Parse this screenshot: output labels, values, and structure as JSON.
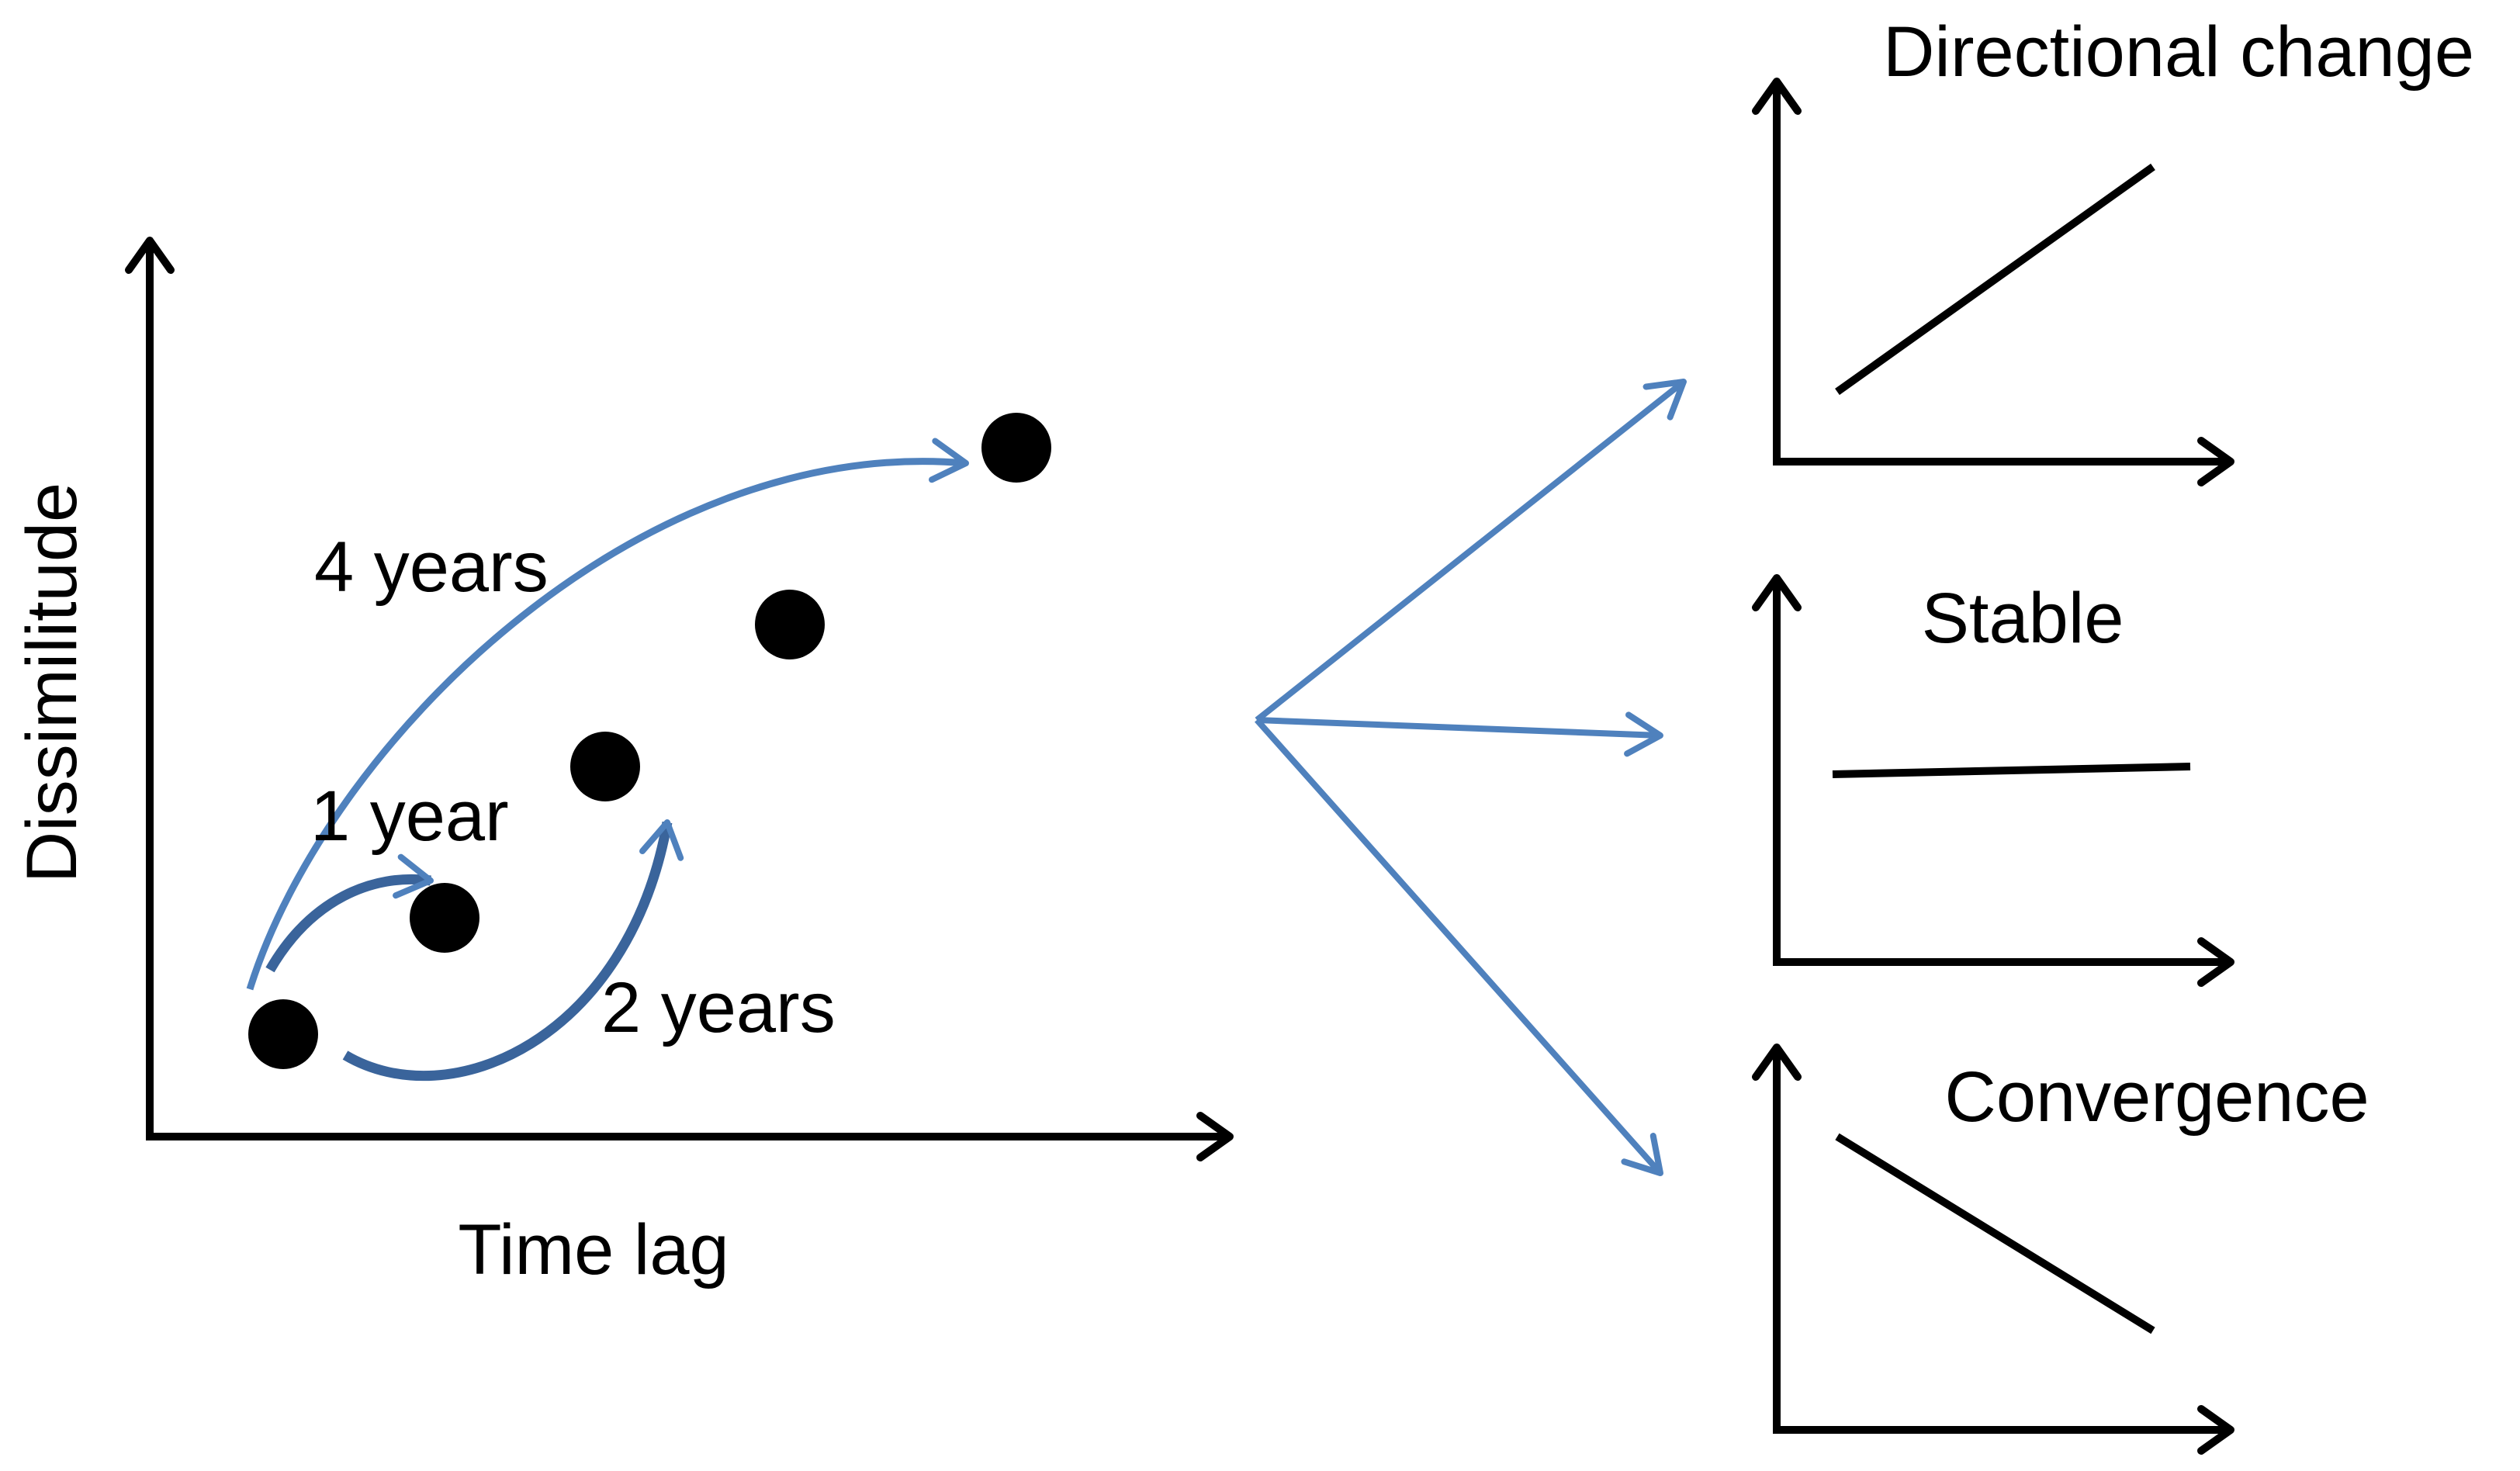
{
  "main_plot": {
    "y_axis_label": "Dissimilitude",
    "x_axis_label": "Time lag",
    "lag_labels": {
      "four": "4 years",
      "one": "1 year",
      "two": "2 years"
    }
  },
  "outcomes": {
    "directional": "Directional change",
    "stable": "Stable",
    "convergence": "Convergence"
  },
  "colors": {
    "axis": "#000000",
    "point": "#000000",
    "arrow": "#4f81bd",
    "arrow_dark": "#3a649b",
    "trend": "#000000",
    "background": "#ffffff"
  }
}
